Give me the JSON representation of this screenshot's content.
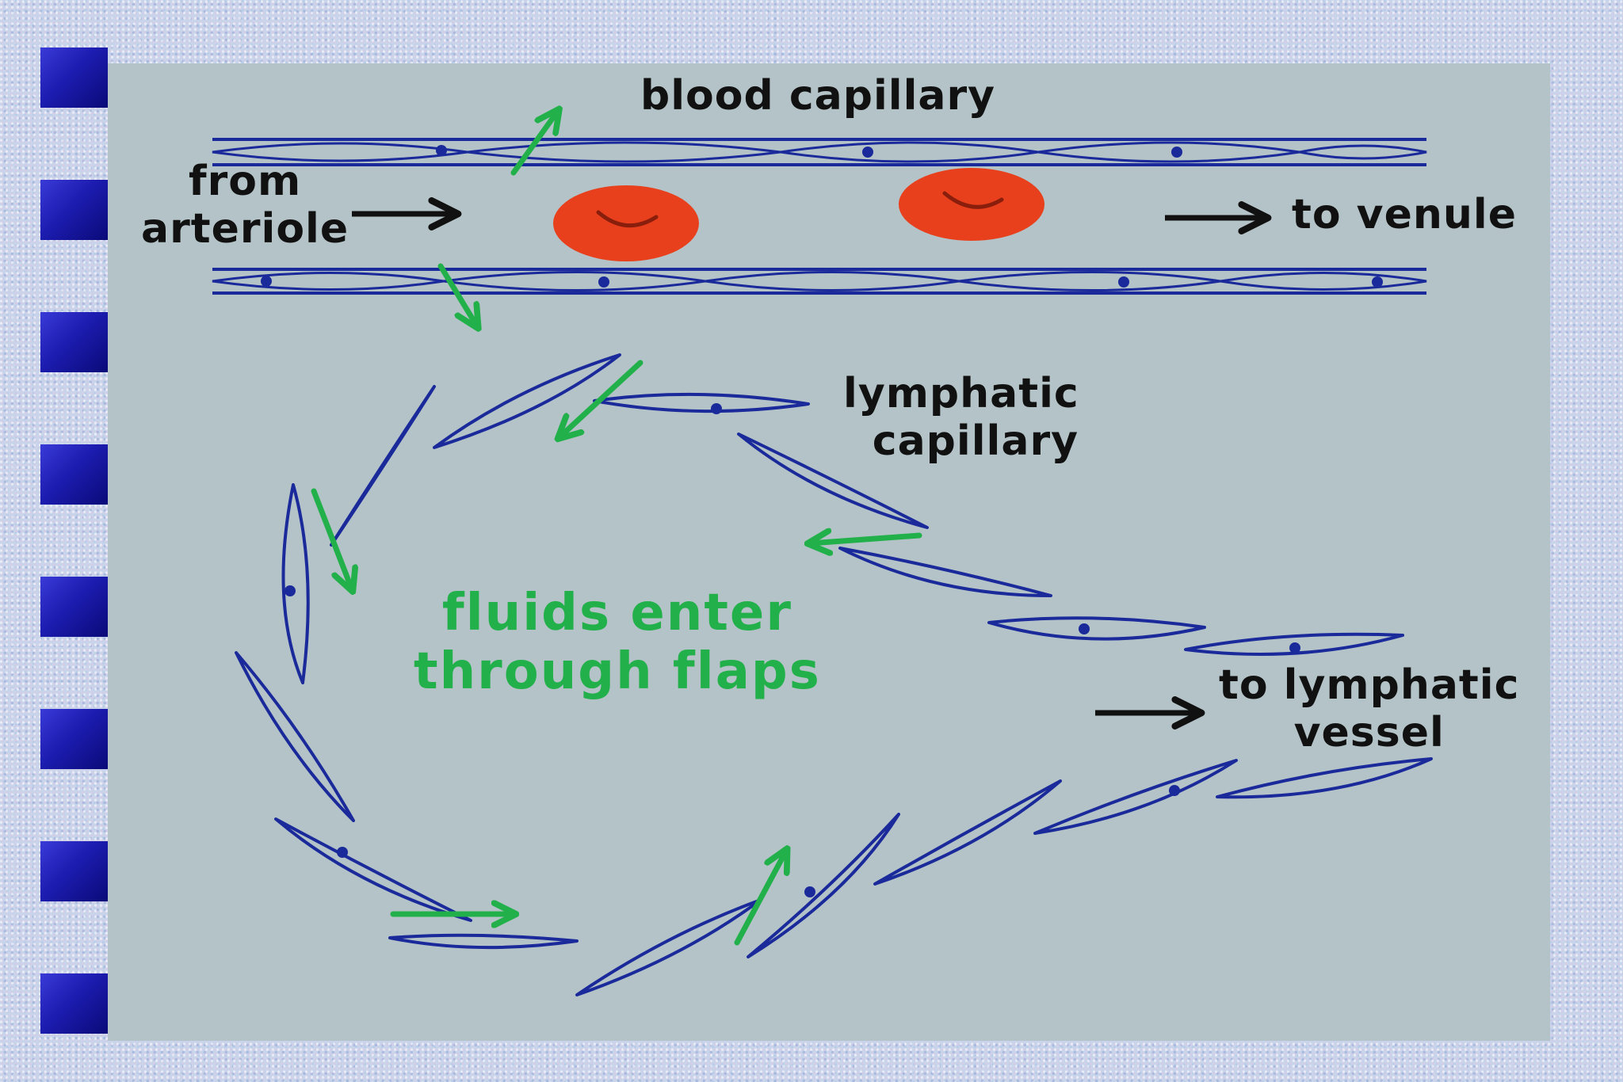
{
  "labels": {
    "blood_capillary": "blood capillary",
    "from_arteriole_line1": "from",
    "from_arteriole_line2": "arteriole",
    "to_venule": "to venule",
    "lymphatic_capillary_line1": "lymphatic",
    "lymphatic_capillary_line2": "capillary",
    "fluids_enter_line1": "fluids enter",
    "fluids_enter_line2": "through flaps",
    "to_lymphatic_vessel_line1": "to lymphatic",
    "to_lymphatic_vessel_line2": "vessel"
  },
  "colors": {
    "panel": "#b4c3c7",
    "cell_outline": "#1a2a9a",
    "red_blood_cell": "#e8401c",
    "green_arrow": "#22b04a",
    "black_arrow": "#111111",
    "side_marker": "#1c1cb0"
  },
  "icons": {
    "flow_arrow": "right-arrow",
    "fluid_arrow": "green-arrow"
  }
}
